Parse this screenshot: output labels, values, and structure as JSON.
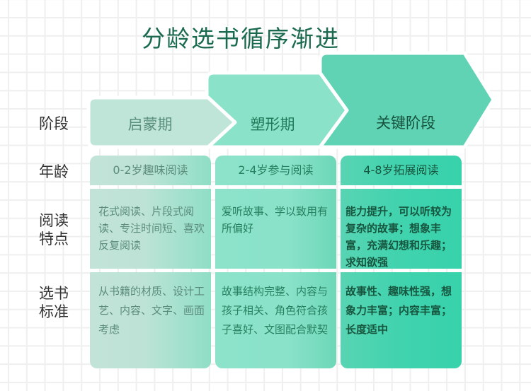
{
  "title": "分龄选书循序渐进",
  "colors": {
    "title": "#1a6a4e",
    "stage1": "#bfe4d8",
    "stage2": "#8ae2c8",
    "stage3": "#5fd3b4",
    "grid": "#efefef"
  },
  "row_labels": {
    "stage": "阶段",
    "age": "年龄",
    "reading_traits": "阅读特点",
    "selection_criteria": "选书标准"
  },
  "stages": [
    {
      "name": "启蒙期",
      "age": "0-2岁趣味阅读",
      "reading_traits": "花式阅读、片段式阅读、专注时间短、喜欢反复阅读",
      "selection_criteria": "从书籍的材质、设计工艺、内容、文字、画面考虑"
    },
    {
      "name": "塑形期",
      "age": "2-4岁参与阅读",
      "reading_traits": "爱听故事、学以致用有所偏好",
      "selection_criteria": "故事结构完整、内容与孩子相关、角色符合孩子喜好、文图配合默契"
    },
    {
      "name": "关键阶段",
      "age": "4-8岁拓展阅读",
      "reading_traits": "能力提升，可以听较为复杂的故事；想象丰富，充满幻想和乐趣；求知欲强",
      "selection_criteria": "故事性、趣味性强，想象力丰富；内容丰富；长度适中"
    }
  ]
}
